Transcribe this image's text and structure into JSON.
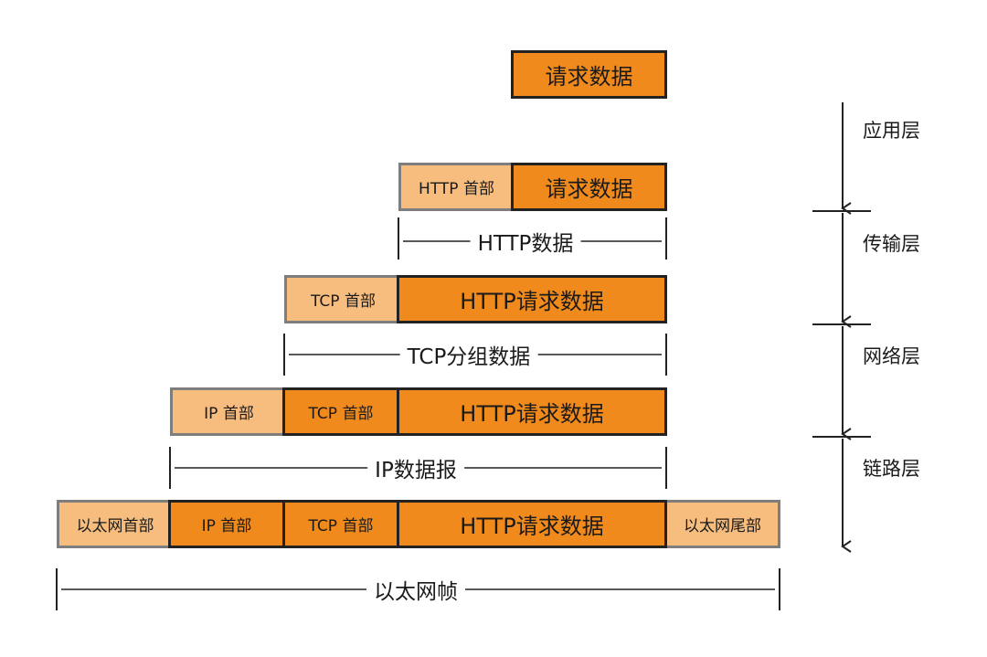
{
  "colors": {
    "data_fill": "#f18a1c",
    "header_fill": "#f7bd7f",
    "data_border": "#222222",
    "header_border": "#7e7e7e",
    "line": "#222222"
  },
  "rows": {
    "app": {
      "data": "请求数据"
    },
    "http": {
      "header": "HTTP 首部",
      "data": "请求数据"
    },
    "tcp": {
      "header": "TCP 首部",
      "data": "HTTP请求数据"
    },
    "ip": {
      "ip_header": "IP 首部",
      "tcp_header": "TCP 首部",
      "data": "HTTP请求数据"
    },
    "eth": {
      "eth_header": "以太网首部",
      "ip_header": "IP 首部",
      "tcp_header": "TCP 首部",
      "data": "HTTP请求数据",
      "trailer": "以太网尾部"
    }
  },
  "spans": {
    "http_data": "HTTP数据",
    "tcp_segment": "TCP分组数据",
    "ip_datagram": "IP数据报",
    "eth_frame": "以太网帧"
  },
  "layers": [
    "应用层",
    "传输层",
    "网络层",
    "链路层"
  ]
}
